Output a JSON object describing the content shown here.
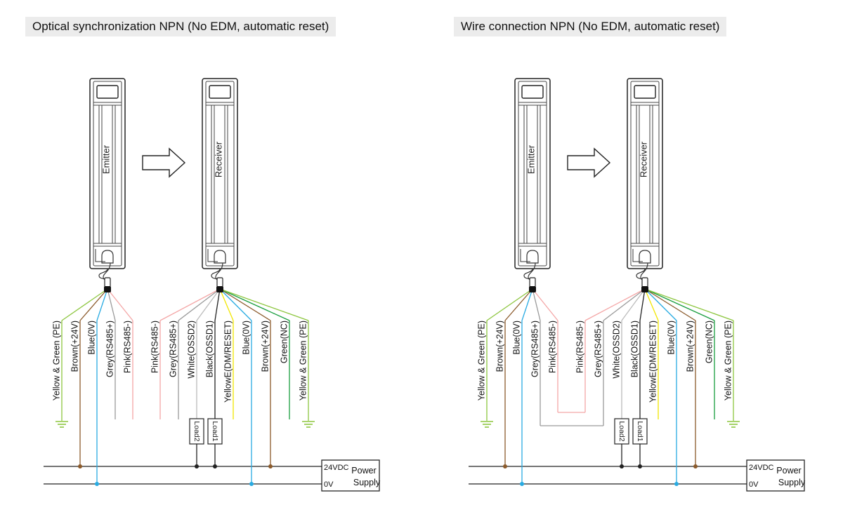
{
  "panels": [
    {
      "title": "Optical synchronization NPN (No EDM, automatic reset)",
      "emitter_label": "Emitter",
      "receiver_label": "Receiver",
      "emitter_wires": [
        {
          "label": "Yellow & Green (PE)",
          "color": "#8dc63f",
          "end": "ground"
        },
        {
          "label": "Brown(+24V)",
          "color": "#8b5a2b",
          "end": "24v"
        },
        {
          "label": "Blue(0V)",
          "color": "#29abe2",
          "end": "0v"
        },
        {
          "label": "Grey(RS485+)",
          "color": "#9a9a9a",
          "end": "open"
        },
        {
          "label": "Pink(RS485-)",
          "color": "#f4a6a6",
          "end": "open"
        }
      ],
      "receiver_wires": [
        {
          "label": "Pink(RS485-)",
          "color": "#f4a6a6",
          "end": "open"
        },
        {
          "label": "Grey(RS485+)",
          "color": "#9a9a9a",
          "end": "open"
        },
        {
          "label": "White(OSSD2)",
          "color": "#bbbbbb",
          "end": "load",
          "load": "Load2"
        },
        {
          "label": "Black(OSSD1)",
          "color": "#222222",
          "end": "load",
          "load": "Load1"
        },
        {
          "label": "YellowE(DM/RESET)",
          "color": "#f2e600",
          "end": "open"
        },
        {
          "label": "Blue(0V)",
          "color": "#29abe2",
          "end": "0v"
        },
        {
          "label": "Brown(+24V)",
          "color": "#8b5a2b",
          "end": "24v"
        },
        {
          "label": "Green(NC)",
          "color": "#1a9e3f",
          "end": "open"
        },
        {
          "label": "Yellow & Green (PE)",
          "color": "#8dc63f",
          "end": "ground"
        }
      ],
      "power_supply": {
        "v24": "24VDC",
        "v0": "0V",
        "name_line1": "Power",
        "name_line2": "Supply"
      }
    },
    {
      "title": "Wire connection NPN (No EDM, automatic reset)",
      "emitter_label": "Emitter",
      "receiver_label": "Receiver",
      "emitter_wires": [
        {
          "label": "Yellow & Green (PE)",
          "color": "#8dc63f",
          "end": "ground"
        },
        {
          "label": "Brown(+24V)",
          "color": "#8b5a2b",
          "end": "24v"
        },
        {
          "label": "Blue(0V)",
          "color": "#29abe2",
          "end": "0v"
        },
        {
          "label": "Grey(RS485+)",
          "color": "#9a9a9a",
          "end": "link-grey"
        },
        {
          "label": "Pink(RS485-)",
          "color": "#f4a6a6",
          "end": "link-pink"
        }
      ],
      "receiver_wires": [
        {
          "label": "Pink(RS485-)",
          "color": "#f4a6a6",
          "end": "link-pink"
        },
        {
          "label": "Grey(RS485+)",
          "color": "#9a9a9a",
          "end": "link-grey"
        },
        {
          "label": "White(OSSD2)",
          "color": "#bbbbbb",
          "end": "load",
          "load": "Load2"
        },
        {
          "label": "Black(OSSD1)",
          "color": "#222222",
          "end": "load",
          "load": "Load1"
        },
        {
          "label": "YellowE(DM/RESET)",
          "color": "#f2e600",
          "end": "open"
        },
        {
          "label": "Blue(0V)",
          "color": "#29abe2",
          "end": "0v"
        },
        {
          "label": "Brown(+24V)",
          "color": "#8b5a2b",
          "end": "24v"
        },
        {
          "label": "Green(NC)",
          "color": "#1a9e3f",
          "end": "open"
        },
        {
          "label": "Yellow & Green (PE)",
          "color": "#8dc63f",
          "end": "ground"
        }
      ],
      "power_supply": {
        "v24": "24VDC",
        "v0": "0V",
        "name_line1": "Power",
        "name_line2": "Supply"
      }
    }
  ]
}
